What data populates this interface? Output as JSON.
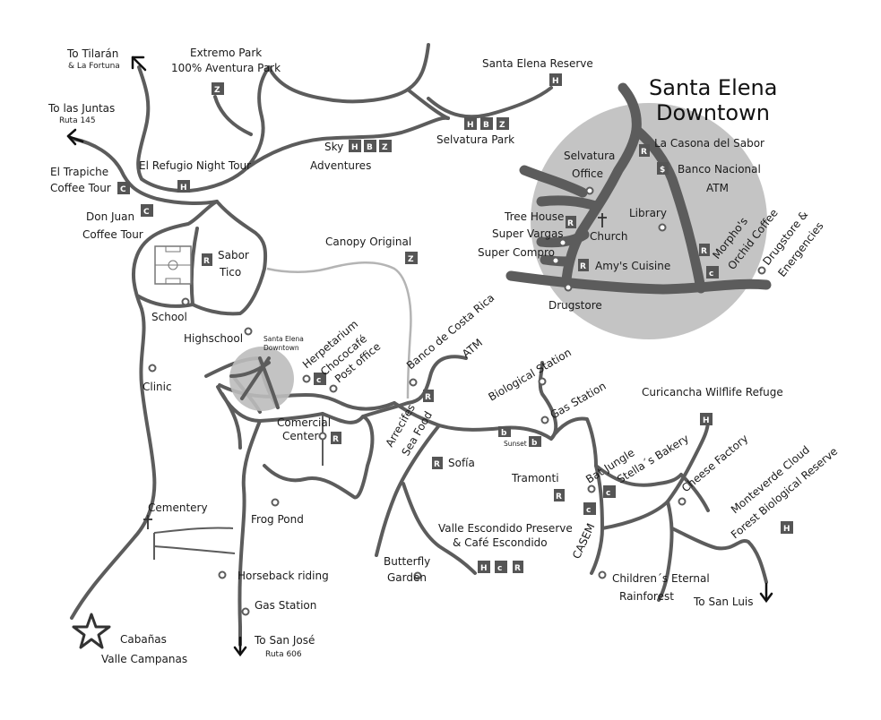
{
  "map_title": {
    "line1": "Santa Elena",
    "line2": "Downtown"
  },
  "inset_marker_label": {
    "line1": "Santa Elena",
    "line2": "Downtown"
  },
  "colors": {
    "road": "#5c5c5c",
    "downtown_circle": "#bdbdbd",
    "icon_box": "#555555",
    "canopy_road": "#b4b4b4"
  },
  "places": {
    "tilaran": {
      "name": "To Tilarán",
      "sub": "& La Fortuna"
    },
    "las_juntas": {
      "name": "To las Juntas",
      "sub": "Ruta 145"
    },
    "extremo": {
      "line1": "Extremo Park",
      "line2": "100% Aventura Park"
    },
    "reserve": {
      "name": "Santa Elena Reserve"
    },
    "selvatura_park": {
      "name": "Selvatura Park"
    },
    "sky": {
      "line1": "Sky",
      "line2": "Adventures"
    },
    "trapiche": {
      "line1": "El Trapiche",
      "line2": "Coffee Tour"
    },
    "refugio": {
      "name": "El Refugio Night Tour"
    },
    "donjuan": {
      "line1": "Don Juan",
      "line2": "Coffee Tour"
    },
    "sabor_tico": {
      "line1": "Sabor",
      "line2": "Tico"
    },
    "canopy": {
      "name": "Canopy Original"
    },
    "school": {
      "name": "School"
    },
    "highschool": {
      "name": "Highschool"
    },
    "herpetarium": {
      "name": "Herpetarium"
    },
    "chococafe": {
      "name": "Chococafé"
    },
    "post": {
      "name": "Post office"
    },
    "bcr": {
      "line1": "Banco de Costa Rica",
      "line2": "ATM"
    },
    "clinic": {
      "name": "Clinic"
    },
    "comercial": {
      "line1": "Comercial",
      "line2": "Center"
    },
    "arrecifes": {
      "line1": "Arrecifes",
      "line2": "Sea Food"
    },
    "bio_station": {
      "name": "Biological Station"
    },
    "gas1": {
      "name": "Gas Station"
    },
    "sunset": {
      "name": "Sunset"
    },
    "sofia": {
      "name": "Sofía"
    },
    "curicancha": {
      "name": "Curicancha Wilflife Refuge"
    },
    "tramonti": {
      "name": "Tramonti"
    },
    "batjungle": {
      "name": "Bat Jungle"
    },
    "stellas": {
      "name": "Stella´s Bakery"
    },
    "cheese": {
      "name": "Cheese Factory"
    },
    "cloud": {
      "line1": "Monteverde Cloud",
      "line2": "Forest Biological Reserve"
    },
    "cementery": {
      "name": "Cementery"
    },
    "frog": {
      "name": "Frog Pond"
    },
    "valle": {
      "line1": "Valle Escondido Preserve",
      "line2": "& Café Escondido"
    },
    "butterfly": {
      "line1": "Butterfly",
      "line2": "Garden"
    },
    "casem": {
      "name": "CASEM"
    },
    "childrens": {
      "line1": "Children´s Eternal",
      "line2": "Rainforest"
    },
    "san_luis": {
      "name": "To San Luis"
    },
    "horseback": {
      "name": "Horseback riding"
    },
    "gas2": {
      "name": "Gas Station"
    },
    "san_jose": {
      "name": "To San José",
      "sub": "Ruta 606"
    },
    "cabanas": {
      "line1": "Cabañas",
      "line2": "Valle Campanas"
    }
  },
  "downtown": {
    "casona": "La Casona del Sabor",
    "selvatura_office": {
      "line1": "Selvatura",
      "line2": "Office"
    },
    "banco_nacional": {
      "line1": "Banco Nacional",
      "line2": "ATM"
    },
    "library": "Library",
    "tree_house": "Tree House",
    "church": "Church",
    "super_vargas": "Super Vargas",
    "super_compro": "Super Compro",
    "amys": "Amy's Cuisine",
    "morphos": {
      "line1": "Morpho's",
      "line2": "Orchid Coffee"
    },
    "drugstore_em": {
      "line1": "Drugstore &",
      "line2": "Energencies"
    },
    "drugstore": "Drugstore"
  },
  "icons": {
    "hiking": "hiking-icon",
    "restaurant": "restaurant-icon",
    "zipline": "zipline-icon",
    "bridge": "hanging-bridge-icon",
    "cafe": "cafe-icon",
    "coffee": "coffee-tour-icon",
    "bank": "bank-icon",
    "binoculars": "binoculars-icon",
    "church": "church-cross-icon",
    "arrow": "direction-arrow-icon",
    "star": "star-icon"
  }
}
